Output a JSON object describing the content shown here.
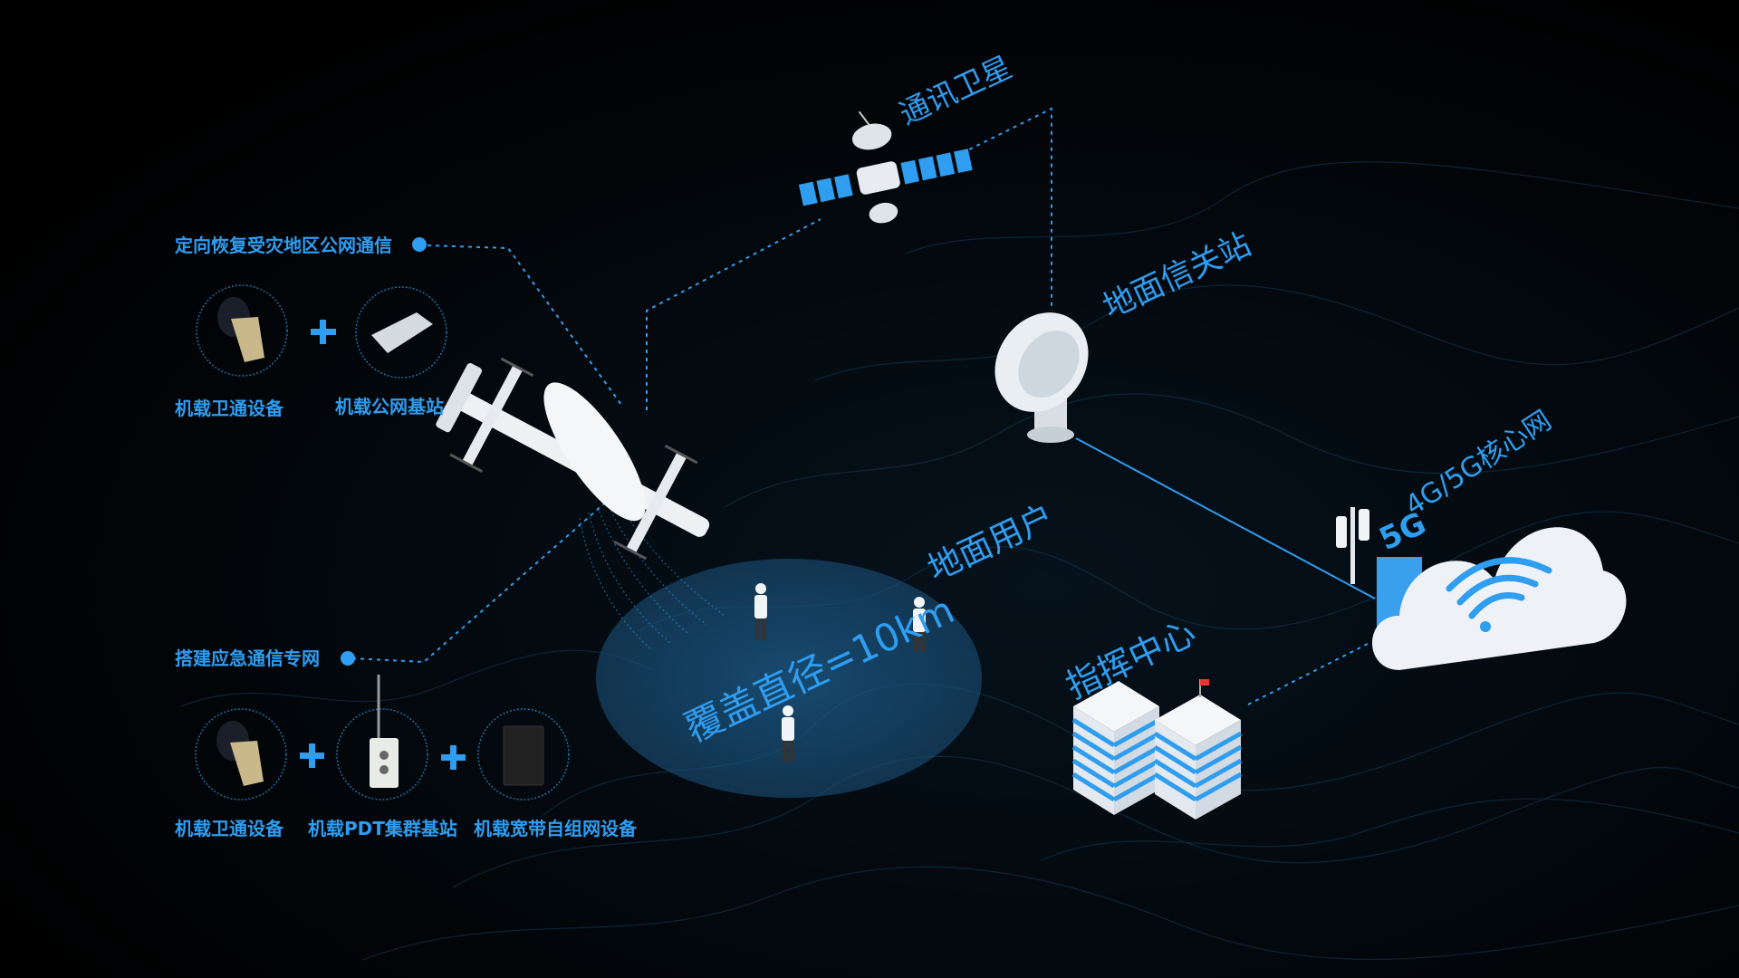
{
  "colors": {
    "accent": "#2f9df0",
    "background": "#000000"
  },
  "top_group": {
    "title": "定向恢复受灾地区公网通信",
    "items": [
      {
        "label": "机载卫通设备",
        "icon": "satellite-terminal-icon"
      },
      {
        "label": "机载公网基站",
        "icon": "base-station-icon"
      }
    ]
  },
  "bottom_group": {
    "title": "搭建应急通信专网",
    "items": [
      {
        "label": "机载卫通设备",
        "icon": "satellite-terminal-icon"
      },
      {
        "label": "机载PDT集群基站",
        "icon": "pdt-radio-icon"
      },
      {
        "label": "机载宽带自组网设备",
        "icon": "mesh-radio-icon"
      }
    ]
  },
  "nodes": {
    "satellite": "通讯卫星",
    "gateway": "地面信关站",
    "ground_users": "地面用户",
    "coverage": "覆盖直径=10km",
    "command_center": "指挥中心",
    "core_network": "4G/5G核心网",
    "tower_badge": "5G"
  }
}
